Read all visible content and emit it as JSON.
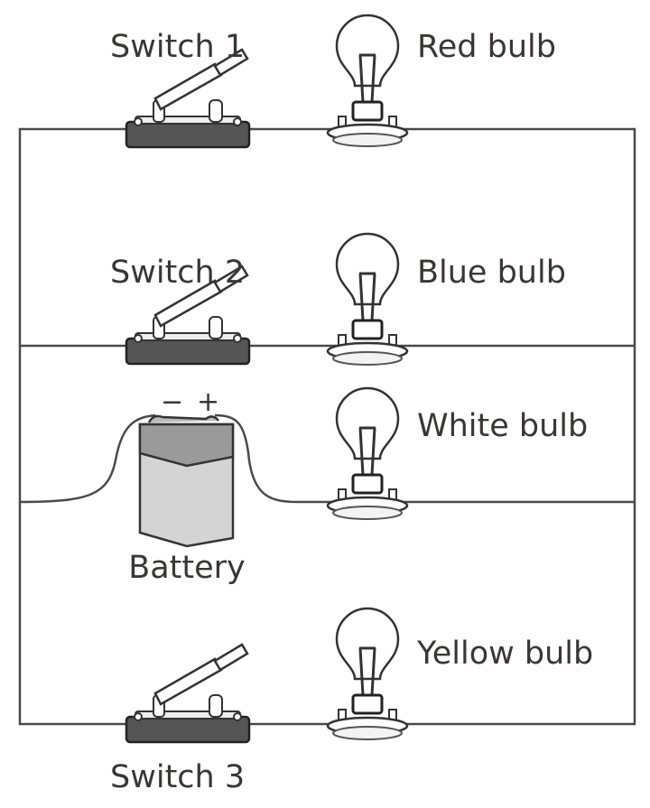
{
  "diagram": {
    "switches": [
      {
        "label": "Switch 1"
      },
      {
        "label": "Switch 2"
      },
      {
        "label": "Switch 3"
      }
    ],
    "bulbs": [
      {
        "label": "Red bulb"
      },
      {
        "label": "Blue bulb"
      },
      {
        "label": "White bulb"
      },
      {
        "label": "Yellow bulb"
      }
    ],
    "battery": {
      "label": "Battery",
      "negative": "−",
      "positive": "+"
    },
    "colors": {
      "wire": "#4a4a4a",
      "switch_base": "#555555",
      "battery_top": "#9a9a9a",
      "battery_body": "#d4d4d4"
    }
  }
}
